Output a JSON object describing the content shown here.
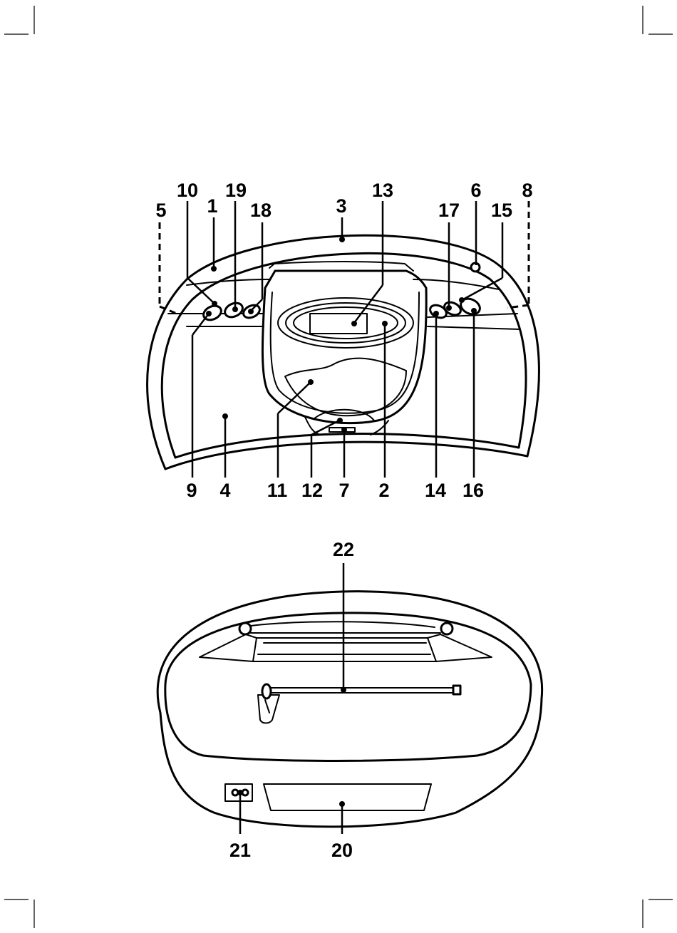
{
  "front_view": {
    "callouts": {
      "c1": "1",
      "c2": "2",
      "c3": "3",
      "c4": "4",
      "c5": "5",
      "c6": "6",
      "c7": "7",
      "c8": "8",
      "c9": "9",
      "c10": "10",
      "c11": "11",
      "c12": "12",
      "c13": "13",
      "c14": "14",
      "c15": "15",
      "c16": "16",
      "c17": "17",
      "c18": "18",
      "c19": "19"
    }
  },
  "rear_view": {
    "callouts": {
      "c20": "20",
      "c21": "21",
      "c22": "22"
    }
  }
}
